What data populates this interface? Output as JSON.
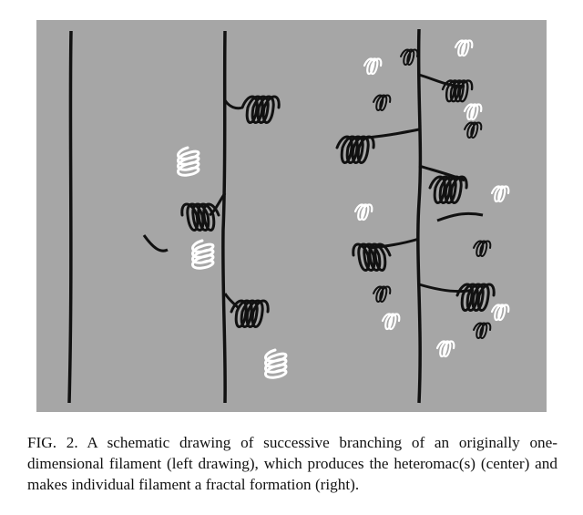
{
  "figure": {
    "caption": "FIG. 2. A schematic drawing of successive branching of an originally one-dimensional filament (left drawing), which produces the heteromac(s) (center) and makes individual filament a fractal formation (right).",
    "panels": [
      "filament",
      "heteromac",
      "fractal"
    ],
    "colors": {
      "background": "#a6a6a6",
      "filament": "#111111",
      "highlight": "#ffffff"
    }
  }
}
